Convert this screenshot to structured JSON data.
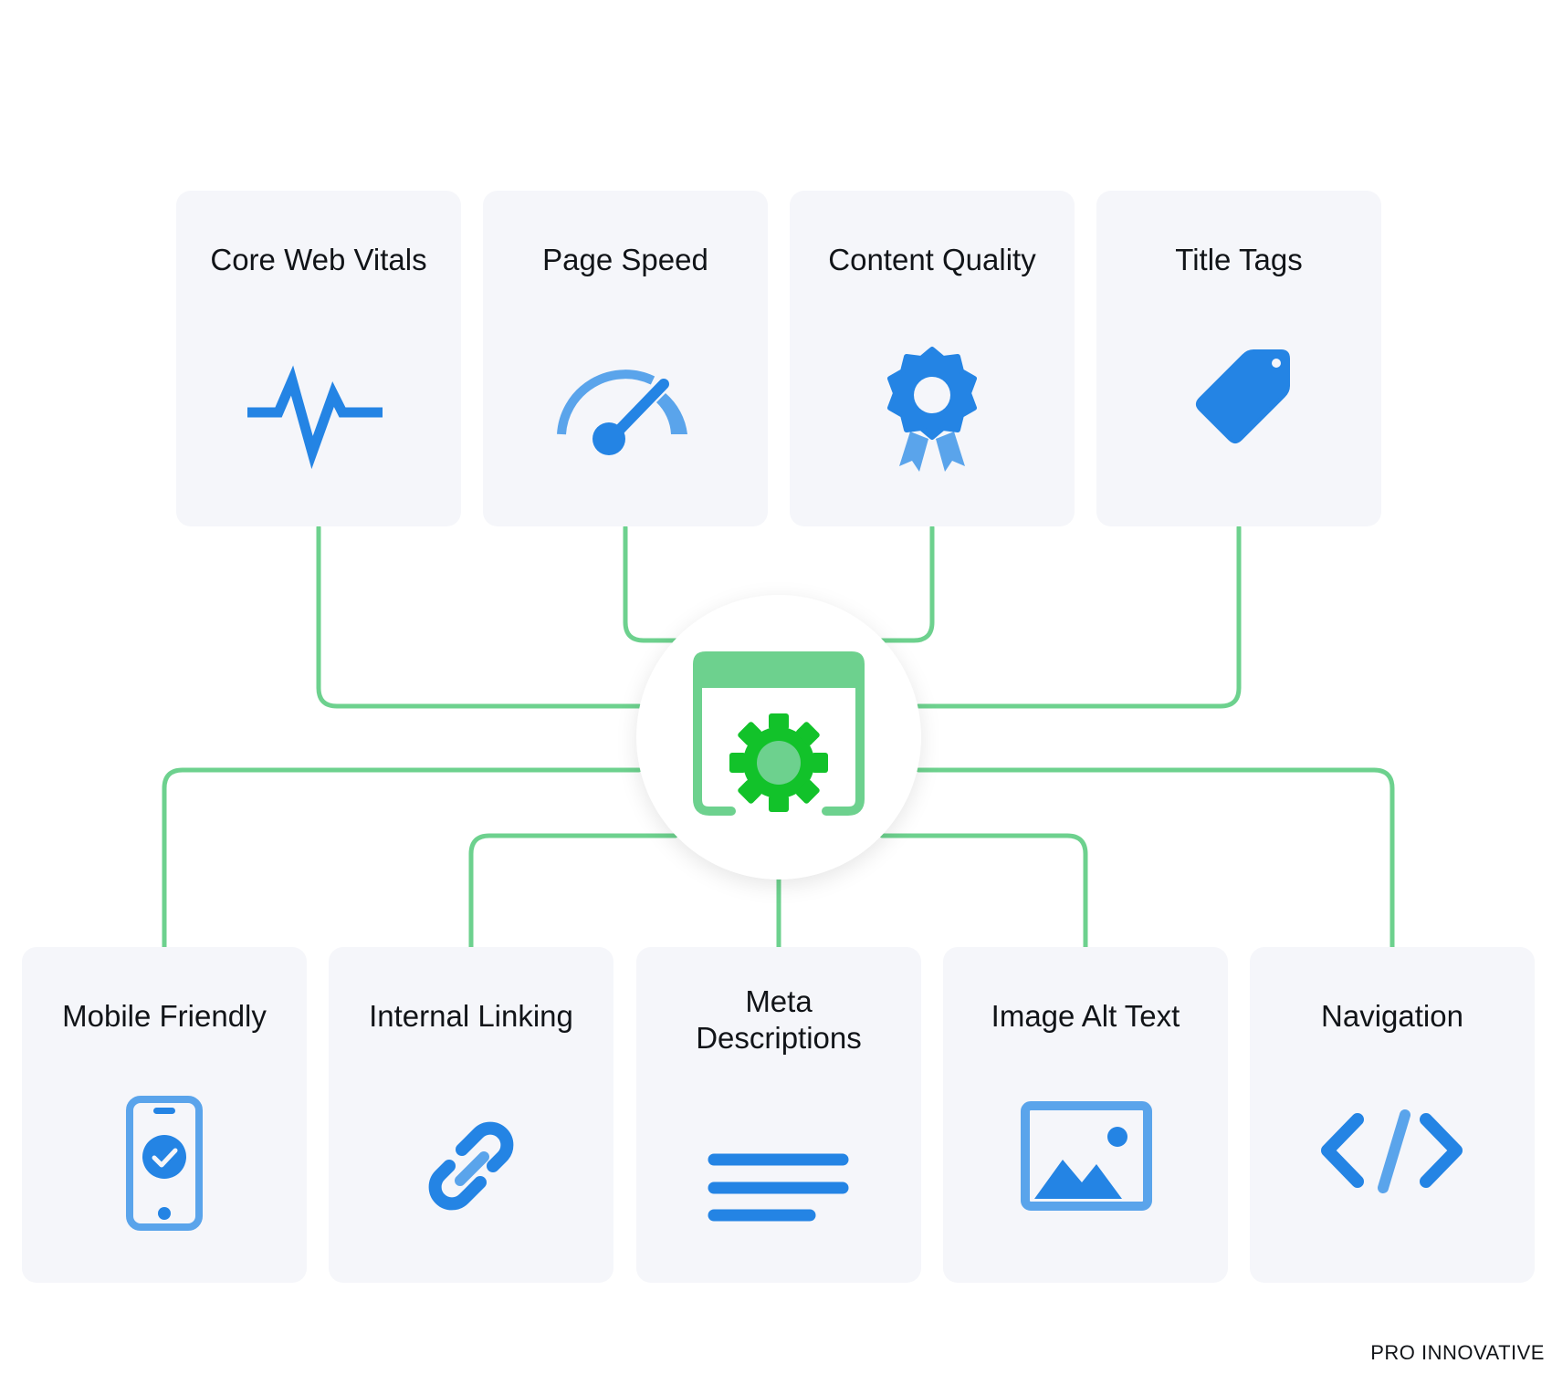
{
  "diagram": {
    "top_cards": [
      {
        "title": "Core Web Vitals",
        "icon": "pulse-icon"
      },
      {
        "title": "Page Speed",
        "icon": "speedometer-icon"
      },
      {
        "title": "Content Quality",
        "icon": "award-badge-icon"
      },
      {
        "title": "Title Tags",
        "icon": "tag-icon"
      }
    ],
    "bottom_cards": [
      {
        "title": "Mobile Friendly",
        "icon": "mobile-check-icon"
      },
      {
        "title": "Internal Linking",
        "icon": "link-icon"
      },
      {
        "title": "Meta\nDescriptions",
        "icon": "text-lines-icon"
      },
      {
        "title": "Image Alt Text",
        "icon": "image-icon"
      },
      {
        "title": "Navigation",
        "icon": "code-icon"
      }
    ],
    "hub": {
      "icon": "browser-gear-icon"
    },
    "colors": {
      "connector": "#6dd18e",
      "icon_blue": "#2484e4",
      "icon_light_blue": "#5aa4eb",
      "hub_green_bar": "#6dd18e",
      "hub_gear": "#12c22a",
      "card_bg": "#f5f6fa"
    }
  },
  "brand": {
    "label": "PRO INNOVATIVE"
  }
}
